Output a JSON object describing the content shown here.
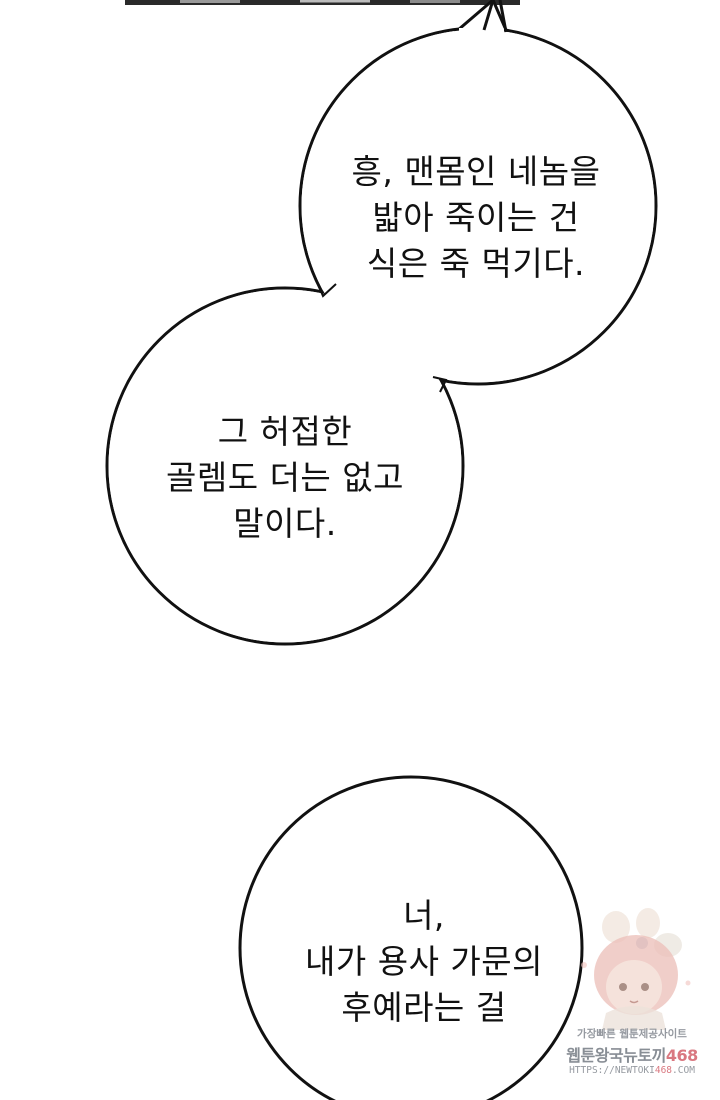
{
  "bubbles": [
    {
      "lines": [
        "흥, 맨몸인 네놈을",
        "밟아 죽이는 건",
        "식은 죽 먹기다."
      ]
    },
    {
      "lines": [
        "그 허접한",
        "골렘도 더는 없고",
        "말이다."
      ]
    },
    {
      "lines": [
        "너,",
        "내가 용사 가문의",
        "후예라는 걸"
      ]
    }
  ],
  "watermark": {
    "line1": "가장빠른 웹툰제공사이트",
    "line2_main": "웹툰왕국뉴토끼",
    "line2_number": "468",
    "line3_main": "HTTPS://NEWTOKI",
    "line3_number": "468",
    "line3_suffix": ".COM"
  },
  "colors": {
    "background": "#ffffff",
    "bubble_fill": "#ffffff",
    "bubble_outline": "#111111",
    "text": "#111111",
    "watermark_accent": "#d56a73"
  }
}
